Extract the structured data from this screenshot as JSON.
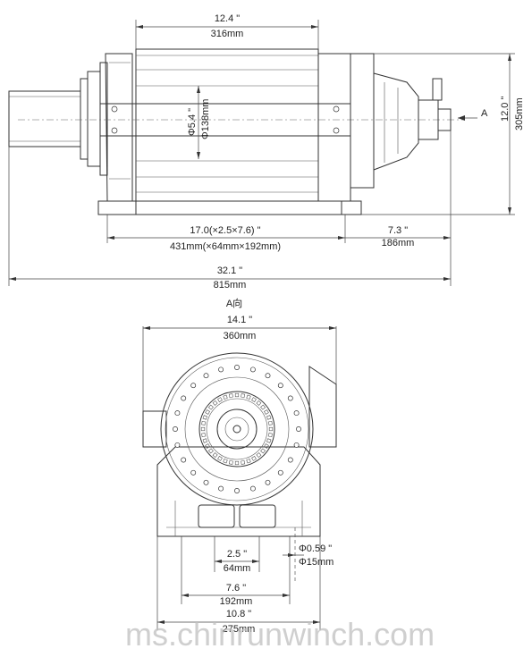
{
  "side_view": {
    "drum_width_in": "12.4 \"",
    "drum_width_mm": "316mm",
    "drum_dia_in": "Φ5.4 \"",
    "drum_dia_mm": "Φ138mm",
    "height_in": "12.0 \"",
    "height_mm": "305mm",
    "mount_in": "17.0(×2.5×7.6) \"",
    "mount_mm": "431mm(×64mm×192mm)",
    "motor_ext_in": "7.3 \"",
    "motor_ext_mm": "186mm",
    "total_in": "32.1 \"",
    "total_mm": "815mm",
    "arrow_label": "A"
  },
  "end_view": {
    "title": "A向",
    "width_in": "14.1 \"",
    "width_mm": "360mm",
    "bolt_dia_in": "Φ0.59 \"",
    "bolt_dia_mm": "Φ15mm",
    "slot_in": "2.5 \"",
    "slot_mm": "64mm",
    "inner_span_in": "7.6 \"",
    "inner_span_mm": "192mm",
    "outer_span_in": "10.8 \"",
    "outer_span_mm": "275mm"
  },
  "watermark": "ms.chinrunwinch.com"
}
